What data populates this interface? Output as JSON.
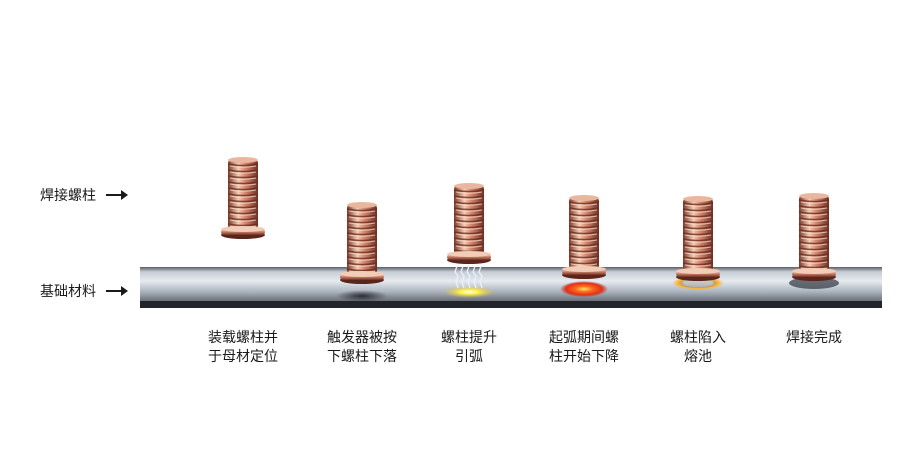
{
  "labels": {
    "stud": "焊接螺柱",
    "base": "基础材料"
  },
  "steps": [
    {
      "lines": [
        "装载螺柱并",
        "于母材定位"
      ],
      "stage": "positioning",
      "icon": "stud-icon"
    },
    {
      "lines": [
        "触发器被按",
        "下螺柱下落"
      ],
      "stage": "contact",
      "icon": "stud-icon"
    },
    {
      "lines": [
        "螺柱提升",
        "引弧"
      ],
      "stage": "arc-ignition",
      "icon": "arc-icon"
    },
    {
      "lines": [
        "起弧期间螺",
        "柱开始下降"
      ],
      "stage": "arc-burning",
      "icon": "weld-pool-icon"
    },
    {
      "lines": [
        "螺柱陷入",
        "熔池"
      ],
      "stage": "plunge",
      "icon": "molten-pool-icon"
    },
    {
      "lines": [
        "焊接完成"
      ],
      "stage": "complete",
      "icon": "weld-fillet-icon"
    }
  ],
  "colors": {
    "copper_light": "#f2c3a6",
    "copper_mid": "#c9806a",
    "copper_dark": "#7a3a2c",
    "plate_light": "#d7dde4",
    "plate_dark": "#44484f",
    "arc_yellow": "#fff04a",
    "arc_red": "#ff3a1a"
  }
}
